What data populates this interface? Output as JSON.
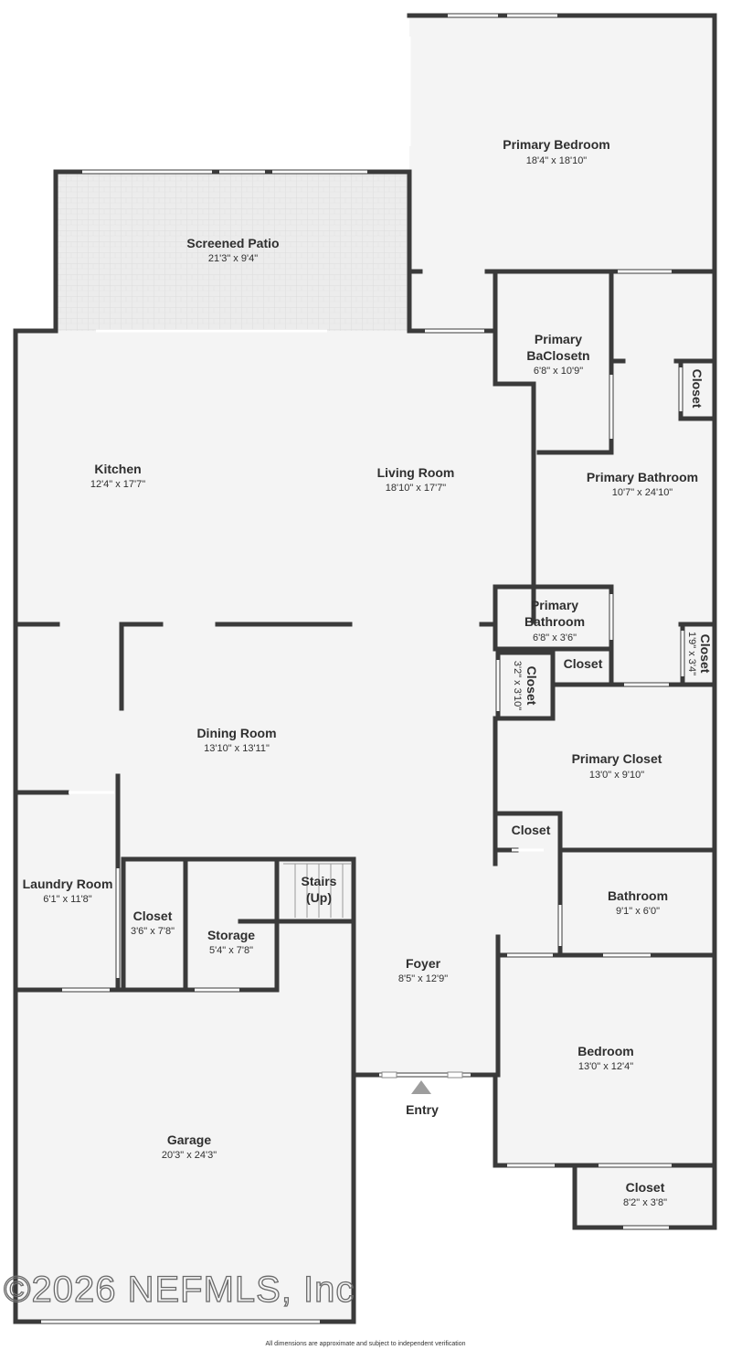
{
  "rooms": {
    "primary_bedroom": {
      "name": "Primary Bedroom",
      "dim": "18'4\" x 18'10\""
    },
    "screened_patio": {
      "name": "Screened Patio",
      "dim": "21'3\" x 9'4\""
    },
    "primary_baclosetn": {
      "name1": "Primary",
      "name2": "BaClosetn",
      "dim": "6'8\" x 10'9\""
    },
    "closet_top_right": {
      "name": "Closet"
    },
    "kitchen": {
      "name": "Kitchen",
      "dim": "12'4\" x 17'7\""
    },
    "living_room": {
      "name": "Living Room",
      "dim": "18'10\" x 17'7\""
    },
    "primary_bathroom_large": {
      "name": "Primary Bathroom",
      "dim": "10'7\" x 24'10\""
    },
    "primary_bathroom_small": {
      "name1": "Primary",
      "name2": "Bathroom",
      "dim": "6'8\" x 3'6\""
    },
    "closet_small_a": {
      "name": "Closet"
    },
    "closet_vertical_a": {
      "name": "Closet",
      "dim": "3'2\" x 3'10\""
    },
    "closet_vertical_b": {
      "name": "Closet",
      "dim": "1'9\" x 3'4\""
    },
    "dining_room": {
      "name": "Dining Room",
      "dim": "13'10\" x 13'11\""
    },
    "primary_closet": {
      "name": "Primary Closet",
      "dim": "13'0\" x 9'10\""
    },
    "closet_mid_right": {
      "name": "Closet"
    },
    "laundry_room": {
      "name": "Laundry Room",
      "dim": "6'1\" x 11'8\""
    },
    "closet_laundry": {
      "name": "Closet",
      "dim": "3'6\" x 7'8\""
    },
    "storage": {
      "name": "Storage",
      "dim": "5'4\" x 7'8\""
    },
    "stairs": {
      "name1": "Stairs",
      "name2": "(Up)"
    },
    "bathroom": {
      "name": "Bathroom",
      "dim": "9'1\" x 6'0\""
    },
    "foyer": {
      "name": "Foyer",
      "dim": "8'5\" x 12'9\""
    },
    "bedroom": {
      "name": "Bedroom",
      "dim": "13'0\" x 12'4\""
    },
    "entry": {
      "name": "Entry"
    },
    "garage": {
      "name": "Garage",
      "dim": "20'3\" x 24'3\""
    },
    "closet_bottom": {
      "name": "Closet",
      "dim": "8'2\" x 3'8\""
    }
  },
  "watermark": "©2026 NEFMLS, Inc",
  "footnote": "All dimensions are approximate and subject to independent verification",
  "colors": {
    "wall": "#3a3a3a",
    "floor": "#f4f4f4",
    "patio": "#e9e9e9",
    "text": "#2f2f2f"
  }
}
